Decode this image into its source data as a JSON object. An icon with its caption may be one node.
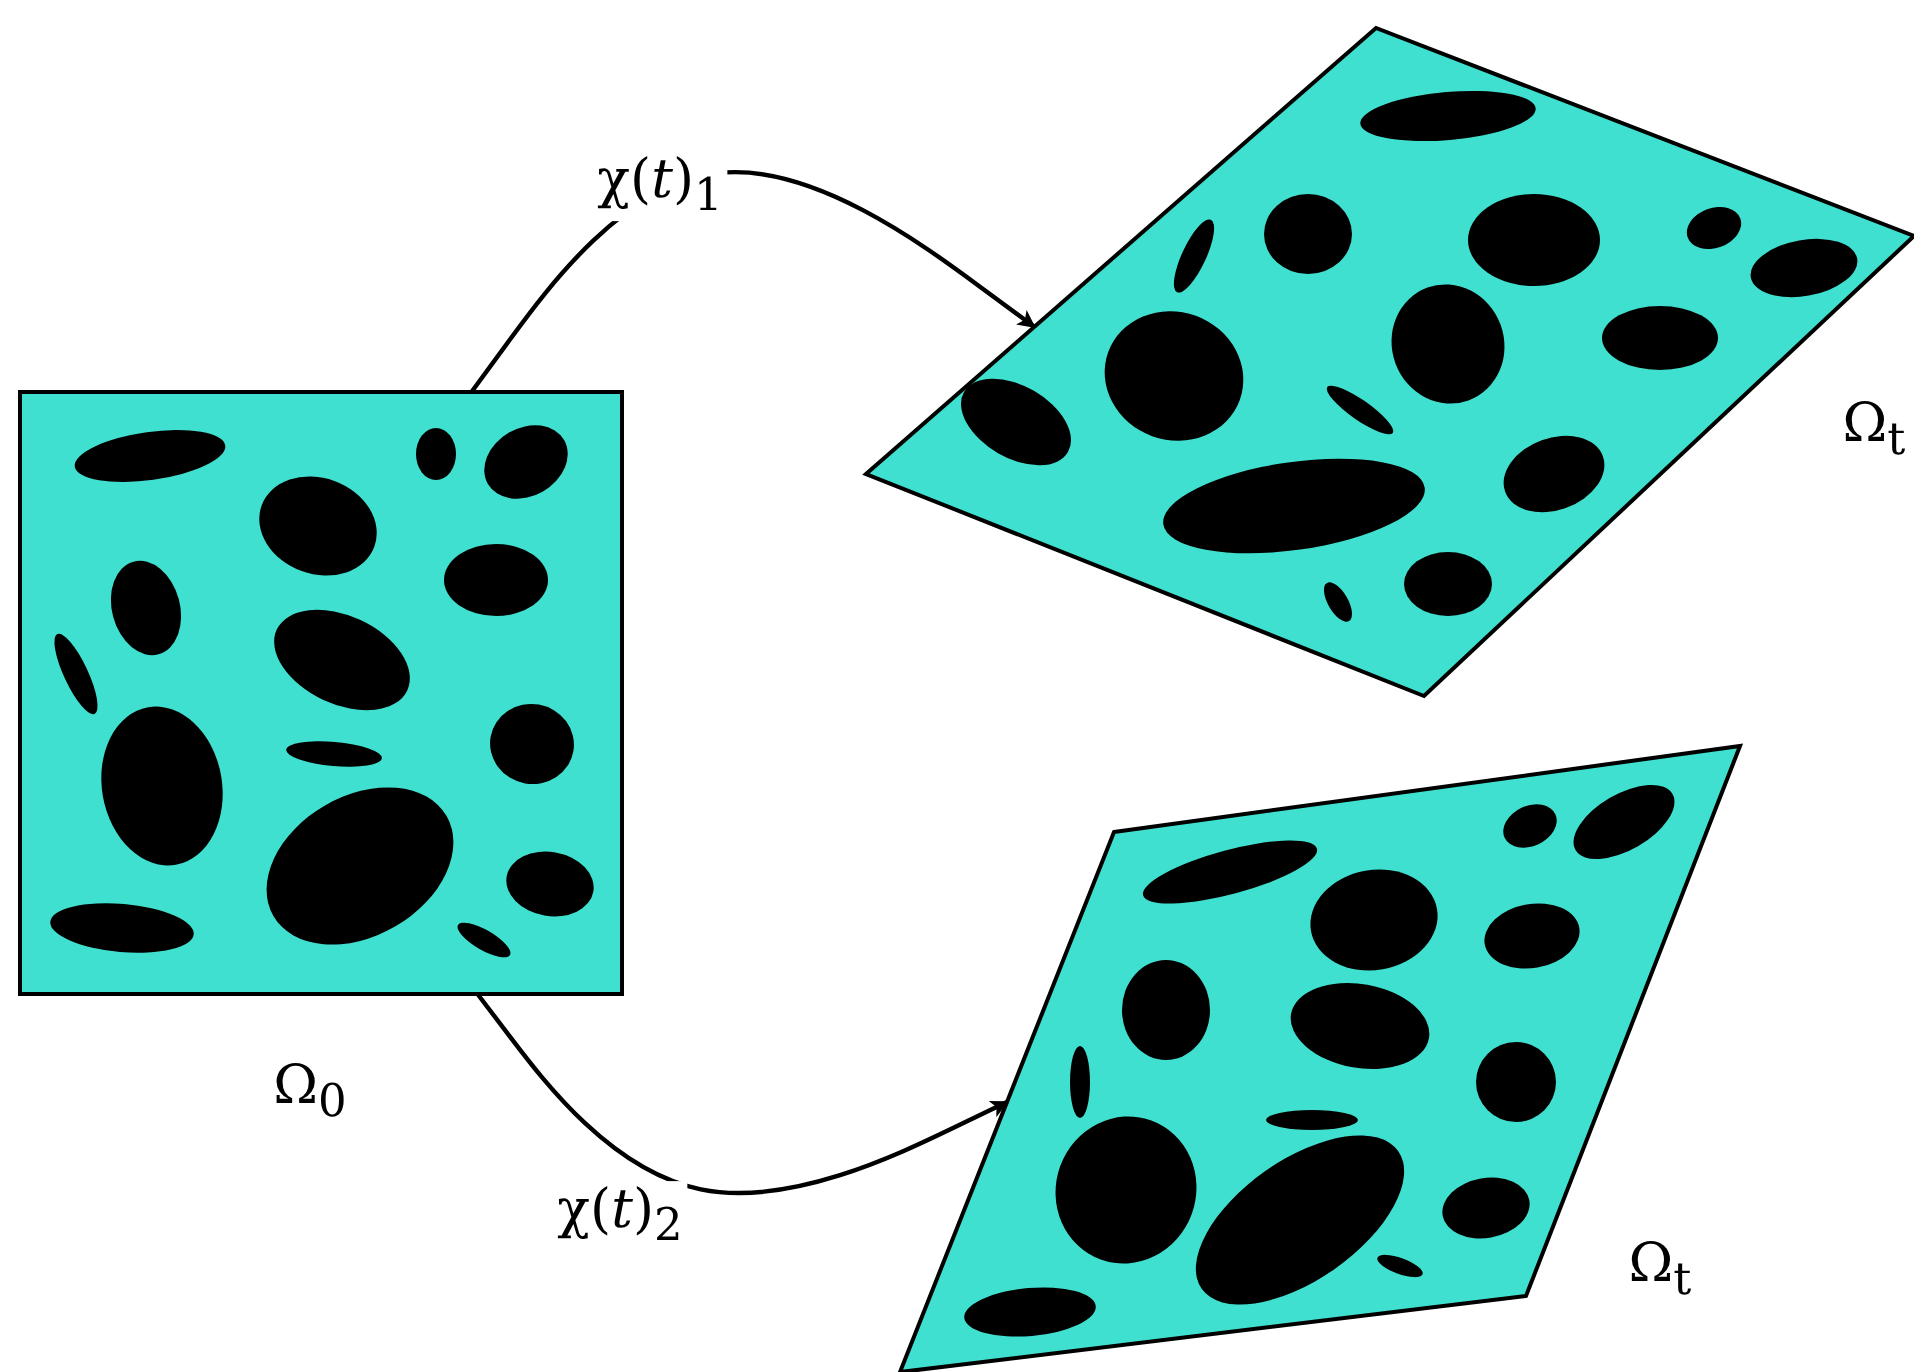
{
  "diagram": {
    "nodes": [
      {
        "text": [],
        "shape": "box",
        "beside": [
          "Ω$_{0}$"
        ]
      },
      {
        "text": [],
        "shape": "box",
        "beside": [
          "Ω$_{t}$"
        ]
      },
      {
        "text": [],
        "shape": "box",
        "beside": [
          "Ω$_{t}$"
        ]
      }
    ],
    "edges": [
      {
        "from": 0,
        "to": 1,
        "arrow": "to",
        "label": "χ(*t*)$_{1}$"
      },
      {
        "from": 0,
        "to": 2,
        "arrow": "to",
        "label": "χ(*t*)$_{2}$"
      }
    ]
  }
}
